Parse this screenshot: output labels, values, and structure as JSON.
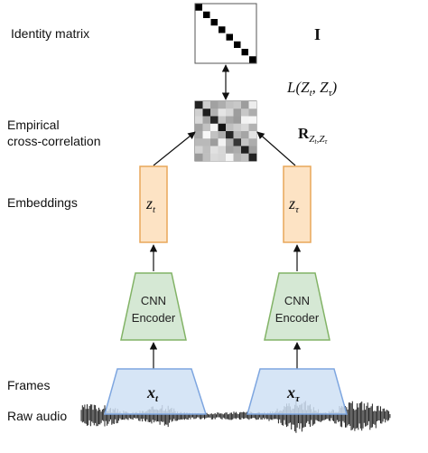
{
  "labels": {
    "identity_matrix": "Identity matrix",
    "empirical_line1": "Empirical",
    "empirical_line2": "cross-correlation",
    "embeddings": "Embeddings",
    "frames": "Frames",
    "raw_audio": "Raw audio"
  },
  "math": {
    "identity_symbol": "I",
    "loss_text": "L(Z",
    "loss_sub1": "t",
    "loss_mid": ", Z",
    "loss_sub2": "τ",
    "loss_end": ")",
    "corr_symbol": "R",
    "corr_sub": "Z",
    "corr_subsub1": "t",
    "corr_comma": ",Z",
    "corr_subsub2": "τ"
  },
  "blocks": {
    "left_embedding": "z",
    "left_embedding_sub": "t",
    "right_embedding": "z",
    "right_embedding_sub": "τ",
    "encoder_line1": "CNN",
    "encoder_line2": "Encoder",
    "left_frame": "x",
    "left_frame_sub": "t",
    "right_frame": "x",
    "right_frame_sub": "τ"
  },
  "colors": {
    "embedding_fill": "#fde3c4",
    "embedding_stroke": "#e8a75a",
    "encoder_fill": "#d5e8d4",
    "encoder_stroke": "#82b366",
    "frame_fill": "#cfe0f5",
    "frame_stroke": "#7ea6e0",
    "waveform": "#222222"
  }
}
